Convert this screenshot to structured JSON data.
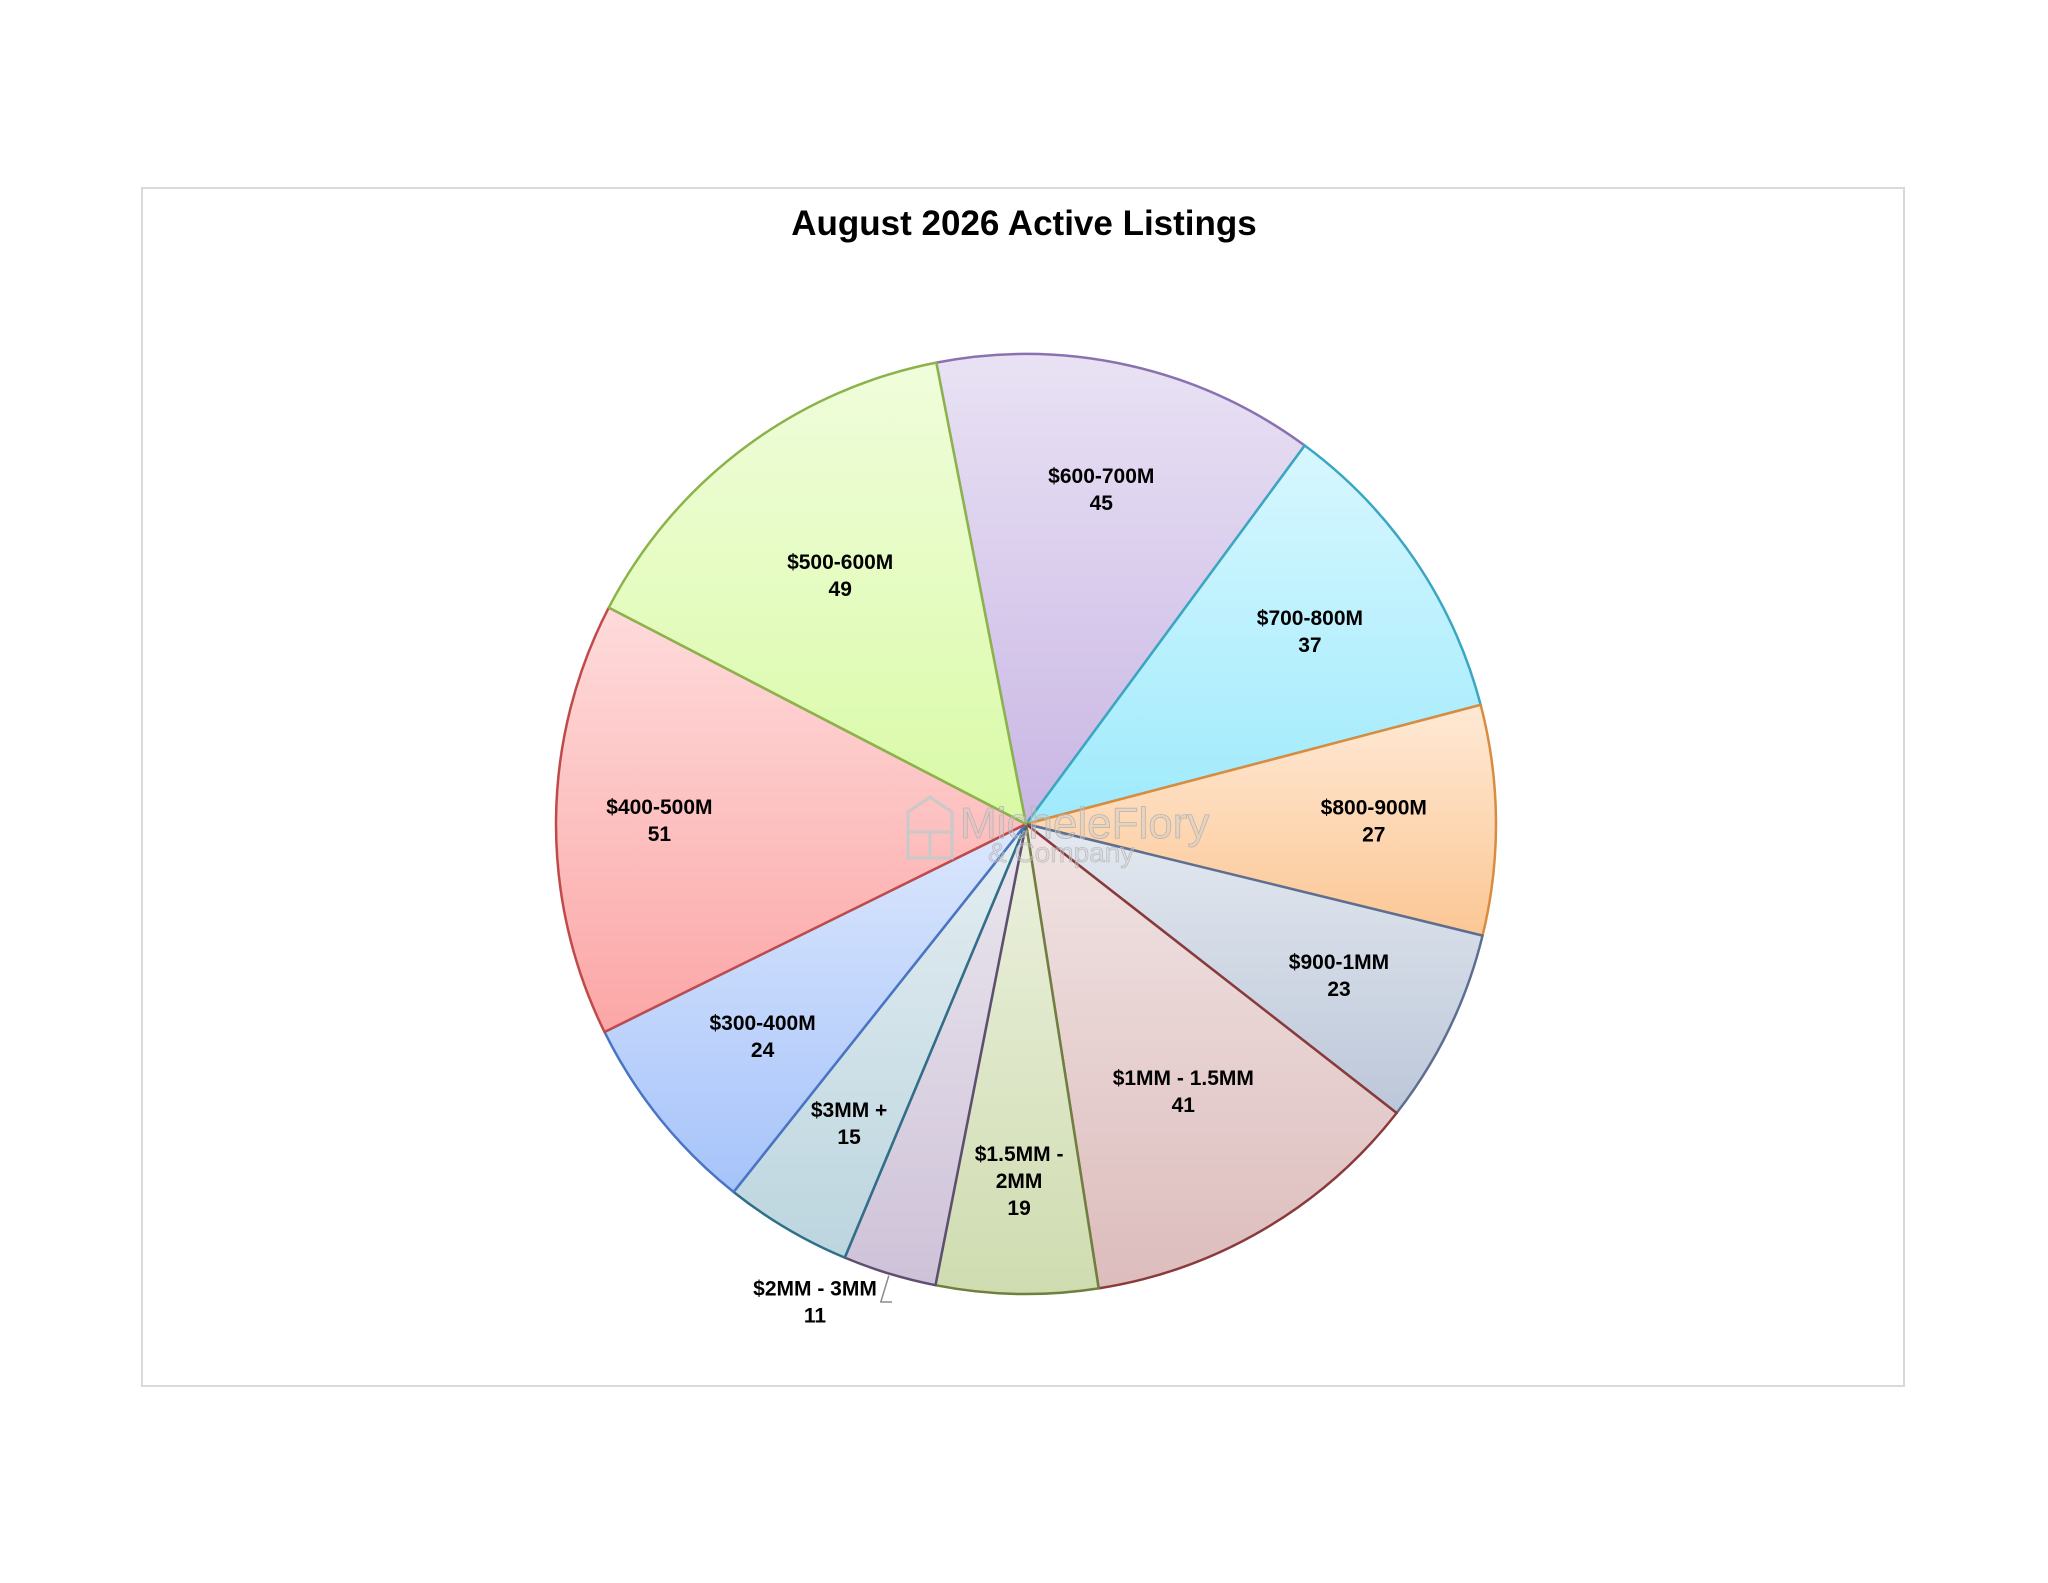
{
  "chart_data": {
    "type": "pie",
    "title": "August 2026 Active Listings",
    "slices": [
      {
        "label": "$600-700M",
        "value": 45,
        "color": "#c9b6e4",
        "edge": "#8a72b0",
        "label_lines": [
          "$600-700M",
          "45"
        ]
      },
      {
        "label": "$700-800M",
        "value": 37,
        "color": "#9eeafc",
        "edge": "#3aa7c2",
        "label_lines": [
          "$700-800M",
          "37"
        ]
      },
      {
        "label": "$800-900M",
        "value": 27,
        "color": "#fcc795",
        "edge": "#d98c3e",
        "label_lines": [
          "$800-900M",
          "27"
        ]
      },
      {
        "label": "$900-1MM",
        "value": 23,
        "color": "#bcc7d9",
        "edge": "#5d6f91",
        "label_lines": [
          "$900-1MM",
          "23"
        ]
      },
      {
        "label": "$1MM - 1.5MM",
        "value": 41,
        "color": "#ddbcbc",
        "edge": "#8a3a3a",
        "label_lines": [
          "$1MM - 1.5MM",
          "41"
        ]
      },
      {
        "label": "$1.5MM - 2MM",
        "value": 19,
        "color": "#cfdcb0",
        "edge": "#6e7f3e",
        "label_lines": [
          "$1.5MM -",
          "2MM",
          "19"
        ]
      },
      {
        "label": "$2MM - 3MM",
        "value": 11,
        "color": "#cec2d8",
        "edge": "#5e4f70",
        "label_lines": [
          "$2MM - 3MM",
          "11"
        ]
      },
      {
        "label": "$3MM +",
        "value": 15,
        "color": "#bcd5de",
        "edge": "#2f6f8a",
        "label_lines": [
          "$3MM +",
          "15"
        ]
      },
      {
        "label": "$300-400M",
        "value": 24,
        "color": "#a6c3fa",
        "edge": "#4a74c4",
        "label_lines": [
          "$300-400M",
          "24"
        ]
      },
      {
        "label": "$400-500M",
        "value": 51,
        "color": "#fca6a6",
        "edge": "#c04a4a",
        "label_lines": [
          "$400-500M",
          "51"
        ]
      },
      {
        "label": "$500-600M",
        "value": 49,
        "color": "#d9faa6",
        "edge": "#8ab34a",
        "label_lines": [
          "$500-600M",
          "49"
        ]
      }
    ],
    "start_angle_deg": -11,
    "direction": "clockwise",
    "legend": "none",
    "data_labels": "category and value"
  },
  "watermark": {
    "line1": "MicheleFlory",
    "line2": "& Company",
    "color": "#c9c9c9"
  }
}
